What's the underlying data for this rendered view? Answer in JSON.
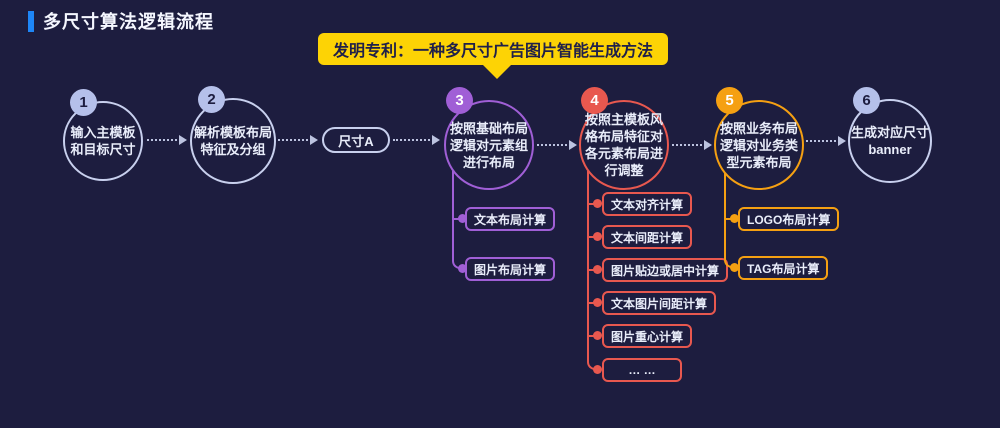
{
  "title": "多尺寸算法逻辑流程",
  "patent_banner": "发明专利：一种多尺寸广告图片智能生成方法",
  "flow": {
    "nodes": [
      {
        "num": "1",
        "label": "输入主模板\n和目标尺寸"
      },
      {
        "num": "2",
        "label": "解析模板布局\n特征及分组"
      },
      {
        "num": "3",
        "label": "按照基础布局\n逻辑对元素组\n进行布局"
      },
      {
        "num": "4",
        "label": "按照主模板风\n格布局特征对\n各元素布局进\n行调整"
      },
      {
        "num": "5",
        "label": "按照业务布局\n逻辑对业务类\n型元素布局"
      },
      {
        "num": "6",
        "label": "生成对应尺寸\nbanner"
      }
    ],
    "size_pill": "尺寸A",
    "branches": {
      "basic_layout": {
        "items": [
          "文本布局计算",
          "图片布局计算"
        ]
      },
      "style_layout": {
        "items": [
          "文本对齐计算",
          "文本间距计算",
          "图片贴边或居中计算",
          "文本图片间距计算",
          "图片重心计算",
          "… …"
        ]
      },
      "business_layout": {
        "items": [
          "LOGO布局计算",
          "TAG布局计算"
        ]
      }
    }
  },
  "colors": {
    "background": "#1d1d3f",
    "accent_blue": "#1e86f7",
    "banner_yellow": "#fdd305",
    "step_purple": "#a05fd6",
    "step_red": "#e8584f",
    "step_orange": "#f5a012",
    "step_light": "#b5c0ea"
  }
}
